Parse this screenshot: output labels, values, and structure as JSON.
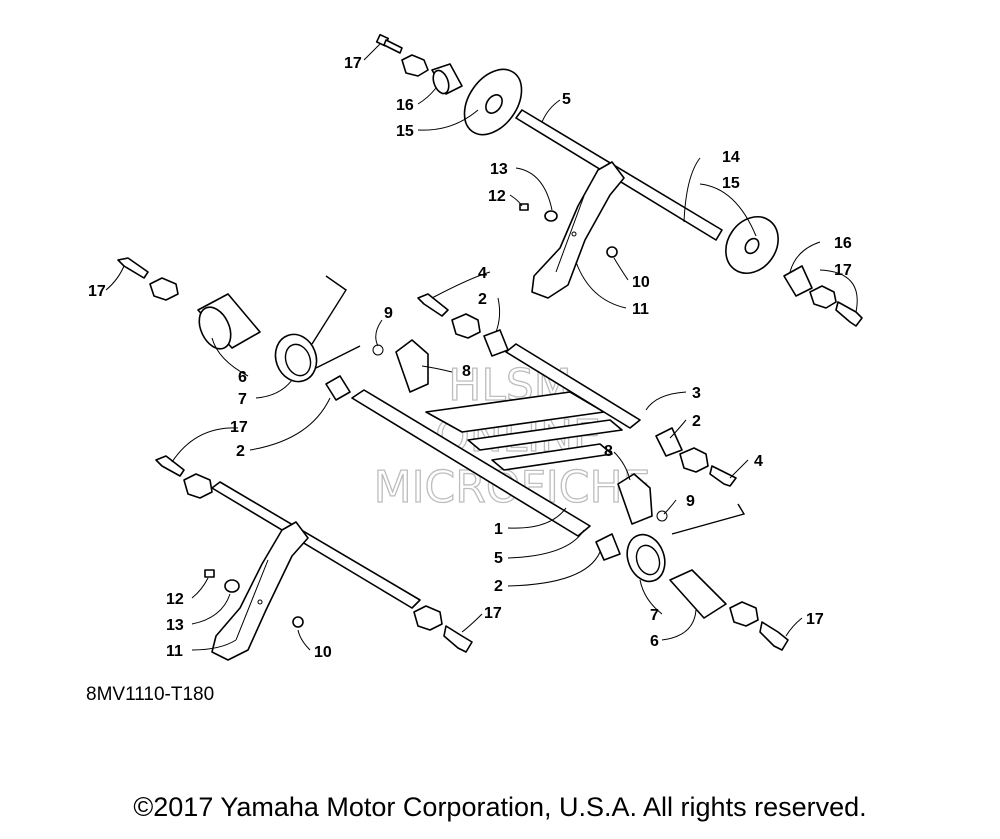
{
  "diagram": {
    "drawing_code": "8MV1110-T180",
    "copyright": "©2017 Yamaha Motor Corporation, U.S.A. All rights reserved.",
    "watermark": [
      "HLSM",
      "ONLINE",
      "MICROFICHE"
    ],
    "callouts": {
      "c17a": "17",
      "c16a": "16",
      "c15a": "15",
      "c5a": "5",
      "c14": "14",
      "c15b": "15",
      "c13a": "13",
      "c12a": "12",
      "c16b": "16",
      "c17b": "17",
      "c10a": "10",
      "c11a": "11",
      "c17c": "17",
      "c4a": "4",
      "c2a": "2",
      "c9a": "9",
      "c8a": "8",
      "c6a": "6",
      "c7a": "7",
      "c3": "3",
      "c2b": "2",
      "c17d": "17",
      "c2c": "2",
      "c4b": "4",
      "c8b": "8",
      "c9b": "9",
      "c1": "1",
      "c5b": "5",
      "c2d": "2",
      "c12b": "12",
      "c13b": "13",
      "c11b": "11",
      "c10b": "10",
      "c17e": "17",
      "c7b": "7",
      "c6b": "6",
      "c17f": "17"
    }
  }
}
